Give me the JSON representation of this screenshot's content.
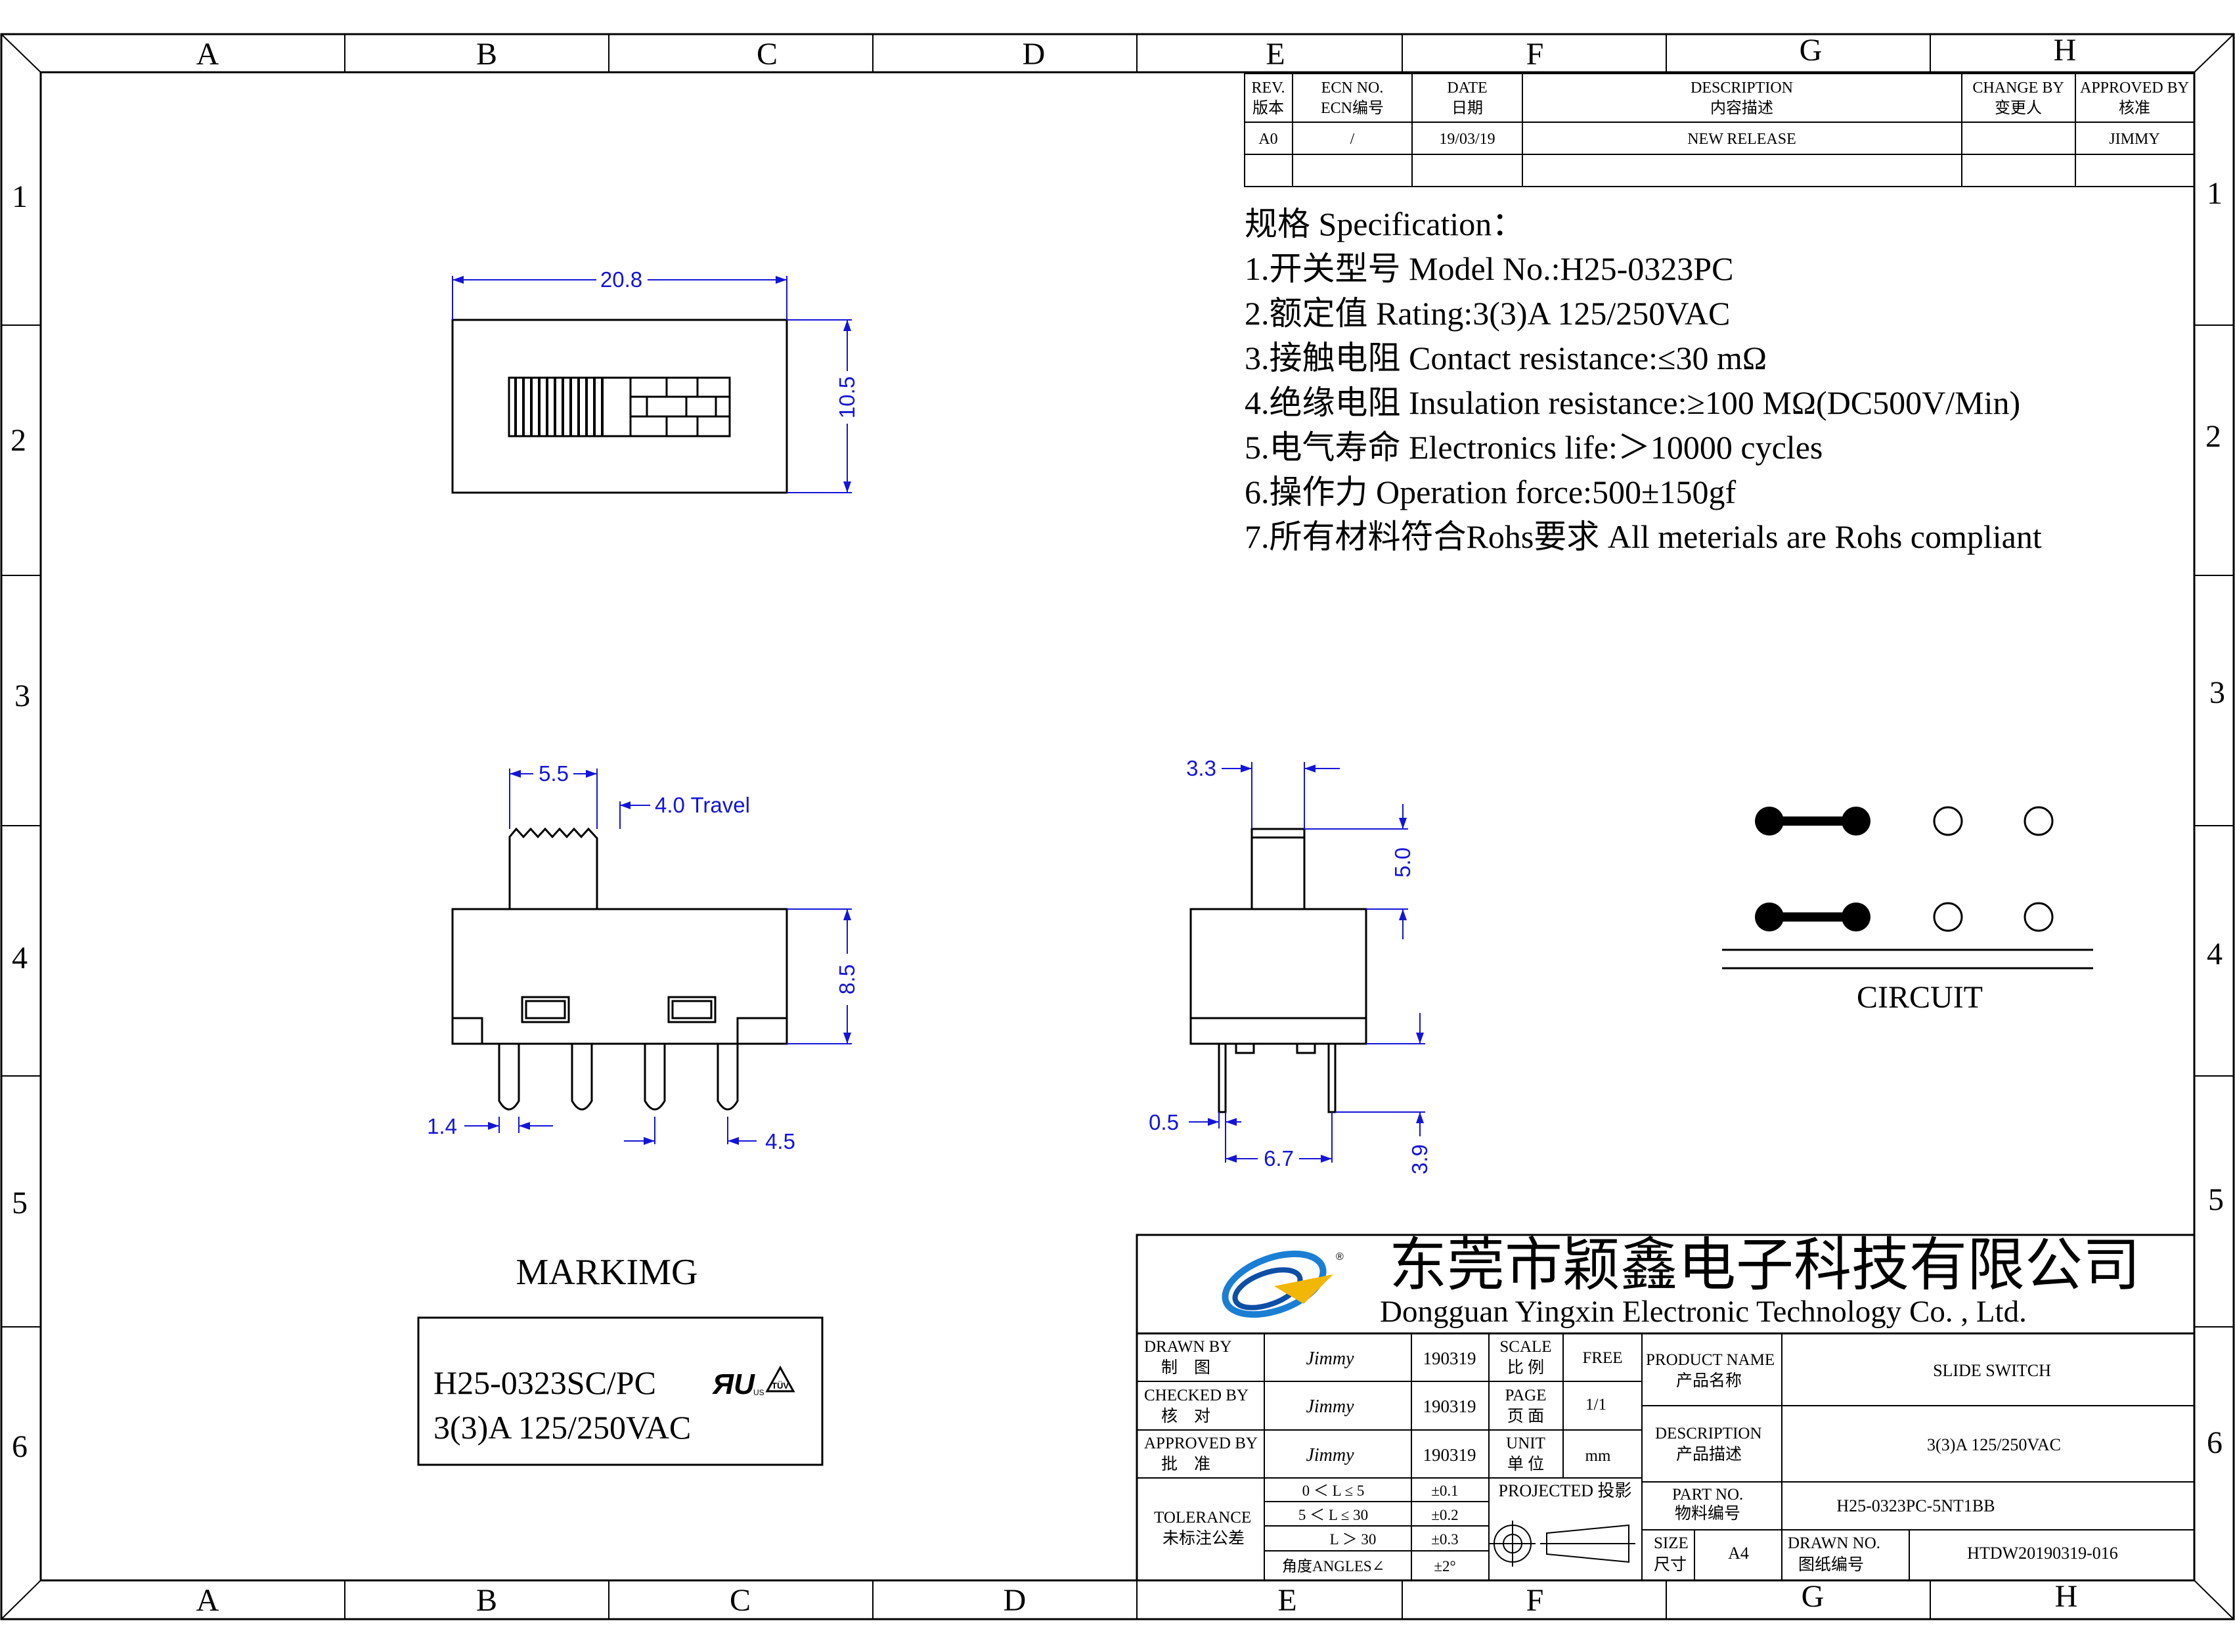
{
  "border": {
    "columns": [
      "A",
      "B",
      "C",
      "D",
      "E",
      "F",
      "G",
      "H"
    ],
    "rows": [
      "1",
      "2",
      "3",
      "4",
      "5",
      "6"
    ]
  },
  "revision_table": {
    "headers": [
      {
        "en": "REV.",
        "zh": "版本"
      },
      {
        "en": "ECN NO.",
        "zh": "ECN编号"
      },
      {
        "en": "DATE",
        "zh": "日期"
      },
      {
        "en": "DESCRIPTION",
        "zh": "内容描述"
      },
      {
        "en": "CHANGE BY",
        "zh": "变更人"
      },
      {
        "en": "APPROVED BY",
        "zh": "核准"
      }
    ],
    "row": [
      "A0",
      "/",
      "19/03/19",
      "NEW RELEASE",
      "",
      "JIMMY"
    ]
  },
  "specification": {
    "title": "规格 Specification：",
    "items": [
      "1.开关型号 Model No.:H25-0323PC",
      "2.额定值 Rating:3(3)A  125/250VAC",
      "3.接触电阻 Contact resistance:≤30 mΩ",
      "4.绝缘电阻 Insulation resistance:≥100 MΩ(DC500V/Min)",
      "5.电气寿命 Electronics life:＞10000 cycles",
      "6.操作力 Operation force:500±150gf",
      "7.所有材料符合Rohs要求 All meterials are Rohs compliant"
    ]
  },
  "dimensions": {
    "top_width": "20.8",
    "top_height": "10.5",
    "actuator_width": "5.5",
    "travel": "4.0 Travel",
    "body_height": "8.5",
    "pin_width": "1.4",
    "pin_pitch": "4.5",
    "side_actuator_width": "3.3",
    "side_actuator_height": "5.0",
    "side_pin_thickness": "0.5",
    "side_pin_span": "6.7",
    "side_pin_length": "3.9"
  },
  "circuit_label": "CIRCUIT",
  "marking": {
    "title": "MARKIMG",
    "line1": "H25-0323SC/PC",
    "line2": "3(3)A  125/250VAC",
    "cert_marks": "UL / TÜV"
  },
  "company": {
    "name_zh": "东莞市颖鑫电子科技有限公司",
    "name_en": "Dongguan Yingxin Electronic Technology Co. , Ltd."
  },
  "title_block": {
    "drawn_by": {
      "en": "DRAWN BY",
      "zh": "制　图",
      "sign": "Jimmy",
      "date": "190319"
    },
    "checked_by": {
      "en": "CHECKED BY",
      "zh": "核　对",
      "sign": "Jimmy",
      "date": "190319"
    },
    "approved_by": {
      "en": "APPROVED BY",
      "zh": "批　准",
      "sign": "Jimmy",
      "date": "190319"
    },
    "scale": {
      "en": "SCALE",
      "zh": "比 例",
      "value": "FREE"
    },
    "page": {
      "en": "PAGE",
      "zh": "页 面",
      "value": "1/1"
    },
    "unit": {
      "en": "UNIT",
      "zh": "单 位",
      "value": "mm"
    },
    "tolerance": {
      "en": "TOLERANCE",
      "zh": "未标注公差",
      "rows": [
        {
          "range": "0 ＜ L ≤ 5",
          "value": "±0.1"
        },
        {
          "range": "5 ＜ L ≤ 30",
          "value": "±0.2"
        },
        {
          "range": "L ＞ 30",
          "value": "±0.3"
        },
        {
          "range": "角度ANGLES∠",
          "value": "±2°"
        }
      ]
    },
    "projected": "PROJECTED 投影",
    "product_name": {
      "en": "PRODUCT NAME",
      "zh": "产品名称",
      "value": "SLIDE SWITCH"
    },
    "description": {
      "en": "DESCRIPTION",
      "zh": "产品描述",
      "value": "3(3)A  125/250VAC"
    },
    "part_no": {
      "en": "PART NO.",
      "zh": "物料编号",
      "value": "H25-0323PC-5NT1BB"
    },
    "size": {
      "en": "SIZE",
      "zh": "尺寸",
      "value": "A4"
    },
    "drawn_no": {
      "en": "DRAWN NO.",
      "zh": "图纸编号",
      "value": "HTDW20190319-016"
    }
  },
  "colors": {
    "dimension": "#1414d8",
    "line": "#000000"
  }
}
